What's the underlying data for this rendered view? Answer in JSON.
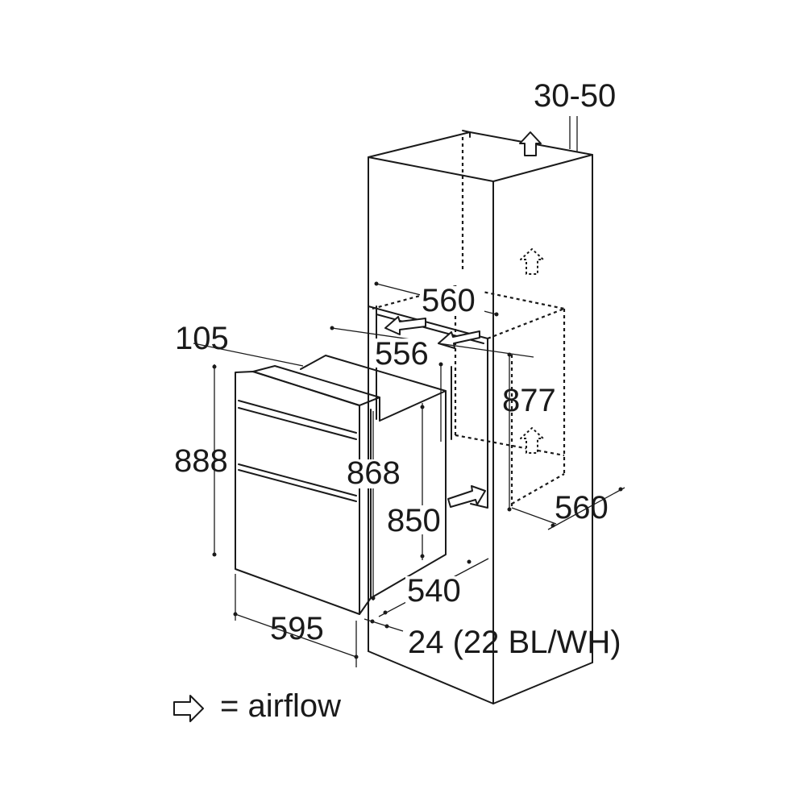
{
  "dimensions": {
    "top_gap": "30-50",
    "niche_width": "560",
    "oven_body_width": "556",
    "panel_thickness": "105",
    "niche_height": "877",
    "total_height": "888",
    "body_height": "868",
    "inner_height": "850",
    "niche_depth": "560",
    "depth": "540",
    "front_width": "595",
    "front_offset": "24 (22 BL/WH)"
  },
  "legend": {
    "label": "= airflow",
    "icon": "airflow-arrow-icon"
  }
}
